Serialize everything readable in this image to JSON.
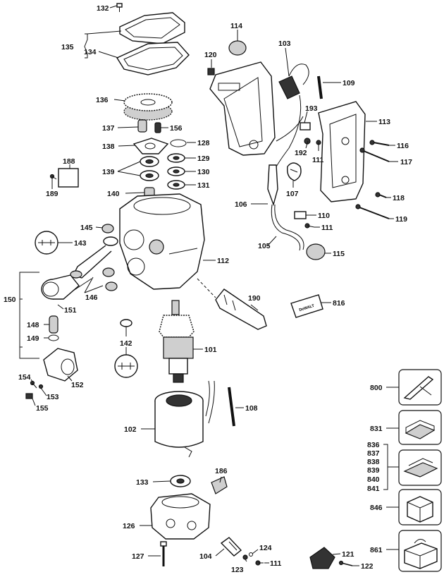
{
  "part_labels": {
    "p132": "132",
    "p135": "135",
    "p134": "134",
    "p114": "114",
    "p120": "120",
    "p103": "103",
    "p109": "109",
    "p136": "136",
    "p193": "193",
    "p113": "113",
    "p137": "137",
    "p156": "156",
    "p138": "138",
    "p128": "128",
    "p129": "129",
    "p116": "116",
    "p188": "188",
    "p192": "192",
    "p111a": "111",
    "p117": "117",
    "p139": "139",
    "p130": "130",
    "p131": "131",
    "p189": "189",
    "p140": "140",
    "p107": "107",
    "p118": "118",
    "p106": "106",
    "p110": "110",
    "p145": "145",
    "p111b": "111",
    "p119": "119",
    "p143": "143",
    "p105": "105",
    "p115": "115",
    "p112": "112",
    "p150": "150",
    "p146": "146",
    "p190": "190",
    "p816": "816",
    "p151": "151",
    "p148": "148",
    "p142": "142",
    "p149": "149",
    "p101": "101",
    "p154": "154",
    "p152": "152",
    "p153": "153",
    "p800": "800",
    "p155": "155",
    "p108": "108",
    "p102": "102",
    "p831": "831",
    "p836": "836",
    "p837": "837",
    "p838": "838",
    "p839": "839",
    "p840": "840",
    "p841": "841",
    "p186": "186",
    "p133": "133",
    "p846": "846",
    "p126": "126",
    "p124": "124",
    "p121": "121",
    "p861": "861",
    "p127": "127",
    "p104": "104",
    "p111c": "111",
    "p123": "123",
    "p122": "122"
  },
  "brand_badge": "DeWALT"
}
